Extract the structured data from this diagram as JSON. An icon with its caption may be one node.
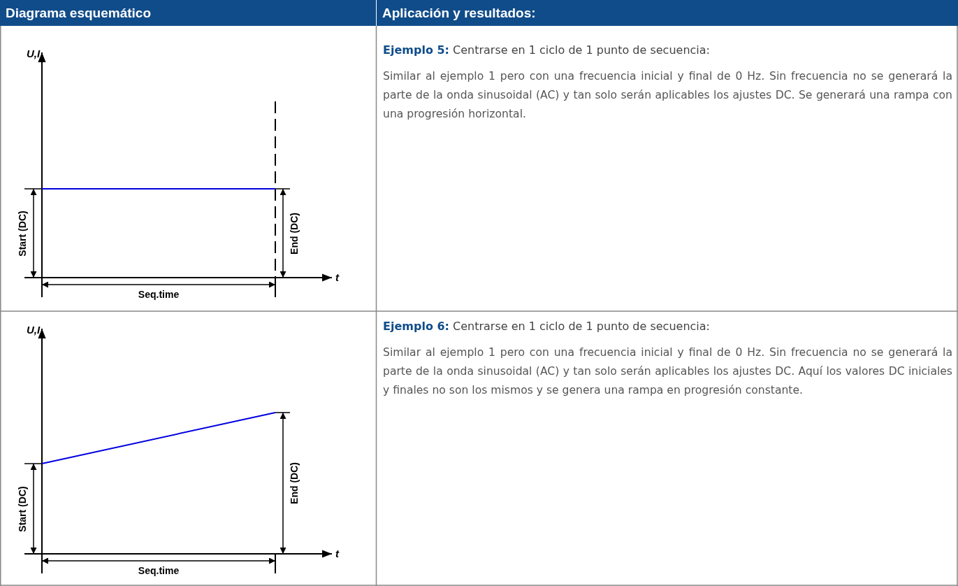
{
  "diagram": {
    "labels": [
      "Diagrama esquemático",
      "Aplicación y resultados:",
      "U,I",
      "Start (DC)",
      "End (DC)",
      "t",
      "Seq.time",
      "**Ejemplo 5:** Centrarse en 1 ciclo de 1 punto de secuencia:",
      "Similar al ejemplo 1 pero con una frecuencia inicial y final de 0 Hz. Sin frecuencia no se generará la parte de la onda sinusoidal (AC) y tan solo serán aplicables los ajustes DC. Se generará una rampa con una progresión horizontal.",
      "U,I",
      "Start (DC)",
      "End (DC)",
      "t",
      "Seq.time",
      "**Ejemplo 6:** Centrarse en 1 ciclo de 1 punto de secuencia:",
      "Similar al ejemplo 1 pero con una frecuencia inicial y final de 0 Hz. Sin frecuencia no se generará la parte de la onda sinusoidal (AC) y tan solo serán aplicables los ajustes DC. Aquí los valores DC iniciales y finales no son los mismos y se genera una rampa en progresión constante."
    ]
  }
}
